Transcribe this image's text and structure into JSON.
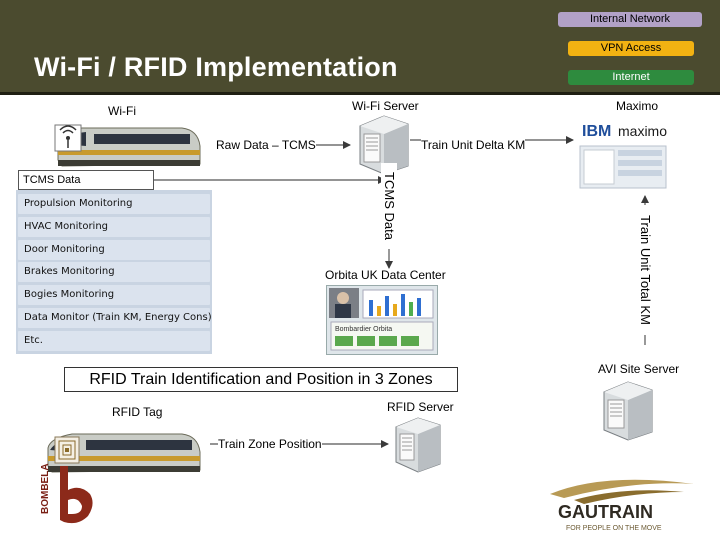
{
  "header": {
    "title": "Wi-Fi / RFID Implementation",
    "legend": {
      "internal_network": "Internal Network",
      "vpn_access": "VPN Access",
      "internet": "Internet"
    },
    "colors": {
      "background": "#4b4b2f",
      "internal_network": "#b2a1c7",
      "vpn_access": "#f2b212",
      "internet": "#2e8b3e"
    }
  },
  "labels": {
    "wifi": "Wi-Fi",
    "wifi_server": "Wi-Fi Server",
    "maximo": "Maximo",
    "raw_data": "Raw Data – TCMS",
    "train_unit_delta": "Train Unit Delta KM",
    "tcms_data_vertical": "TCMS Data",
    "train_unit_total": "Train Unit Total KM",
    "orbita": "Orbita UK Data Center",
    "avi_site_server": "AVI Site Server",
    "rfid_title": "RFID Train Identification and Position in 3 Zones",
    "rfid_tag": "RFID Tag",
    "rfid_server": "RFID Server",
    "train_zone_position": "Train Zone Position"
  },
  "tcms": {
    "header": "TCMS Data",
    "items": [
      "Propulsion Monitoring",
      "HVAC Monitoring",
      "Door Monitoring",
      "Brakes Monitoring",
      "Bogies Monitoring",
      "Data Monitor (Train KM, Energy Cons)",
      "Etc."
    ]
  },
  "logos": {
    "ibm": "IBM",
    "maximo": "maximo",
    "bombela": "BOMBELA",
    "gautrain": "GAUTRAIN",
    "gautrain_tagline": "FOR PEOPLE ON THE MOVE",
    "bombardier_orbita": "Bombardier Orbita"
  },
  "icons": [
    "wifi-antenna-icon",
    "train-icon",
    "server-icon",
    "rfid-tag-icon"
  ]
}
